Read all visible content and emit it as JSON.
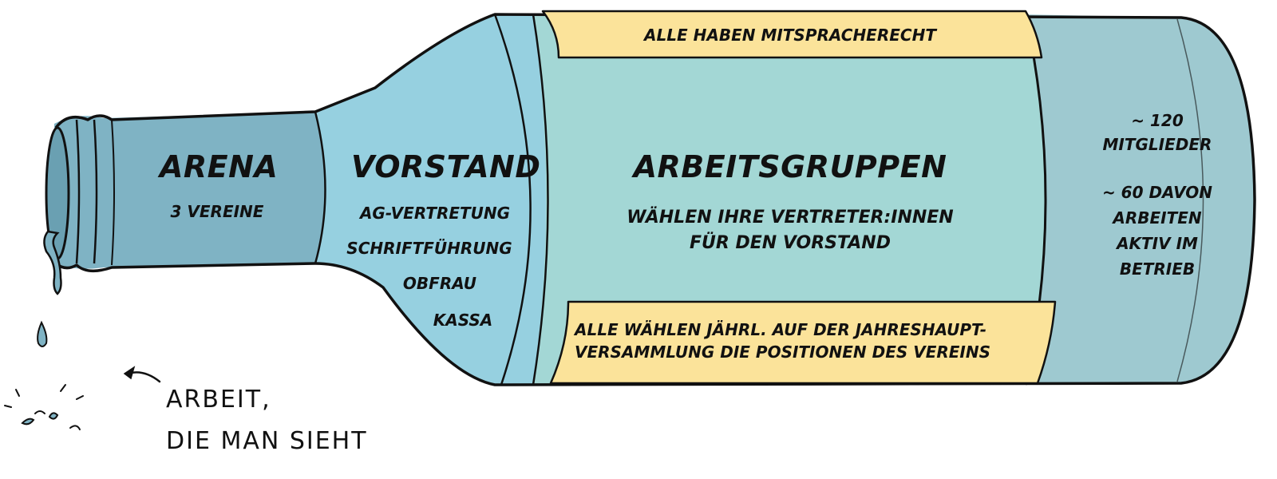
{
  "diagram": {
    "arena": {
      "title": "ARENA",
      "subtitle": "3 VEREINE"
    },
    "vorstand": {
      "title": "VORSTAND",
      "roles": [
        "AG-VERTRETUNG",
        "SCHRIFTFÜHRUNG",
        "OBFRAU",
        "KASSA"
      ]
    },
    "arbeitsgruppen": {
      "title": "ARBEITSGRUPPEN",
      "line1": "WÄHLEN IHRE VERTRETER:INNEN",
      "line2": "FÜR DEN VORSTAND"
    },
    "top_banner": "ALLE HABEN MITSPRACHERECHT",
    "bottom_banner": {
      "line1": "ALLE WÄHLEN JÄHRL. AUF DER JAHRESHAUPT-",
      "line2": "VERSAMMLUNG DIE POSITIONEN DES VEREINS"
    },
    "members": {
      "line1": "~ 120",
      "line2": "MITGLIEDER",
      "line3": "~ 60 DAVON",
      "line4": "ARBEITEN",
      "line5": "AKTIV IM",
      "line6": "BETRIEB"
    },
    "caption": {
      "line1": "ARBEIT,",
      "line2": "DIE MAN SIEHT"
    }
  },
  "colors": {
    "neck": "#7fb3c4",
    "shoulder": "#96d0e0",
    "body": "#a3d7d5",
    "bottom": "#9ec9d0",
    "banner": "#fbe39a",
    "outline": "#111111"
  }
}
